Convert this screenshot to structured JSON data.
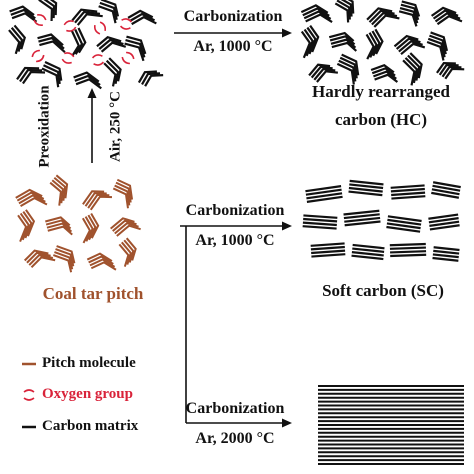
{
  "arrow_top": {
    "above": "Carbonization",
    "below": "Ar, 1000 °C"
  },
  "arrow_mid": {
    "above": "Carbonization",
    "below": "Ar, 1000 °C"
  },
  "arrow_bottom": {
    "above": "Carbonization",
    "below": "Ar, 2000 °C"
  },
  "preox": {
    "line1": "Preoxidation",
    "line2": "Air, 250 °C"
  },
  "hc": {
    "line1": "Hardly rearranged",
    "line2": "carbon (HC)"
  },
  "sc": {
    "label": "Soft carbon (SC)"
  },
  "pitch": {
    "label": "Coal tar pitch"
  },
  "legend": {
    "pitch_molecule": "Pitch molecule",
    "oxygen_group": "Oxygen group",
    "carbon_matrix": "Carbon matrix"
  },
  "colors": {
    "pitch": "#a0522d",
    "oxygen": "#d9233a",
    "carbon": "#111111"
  }
}
